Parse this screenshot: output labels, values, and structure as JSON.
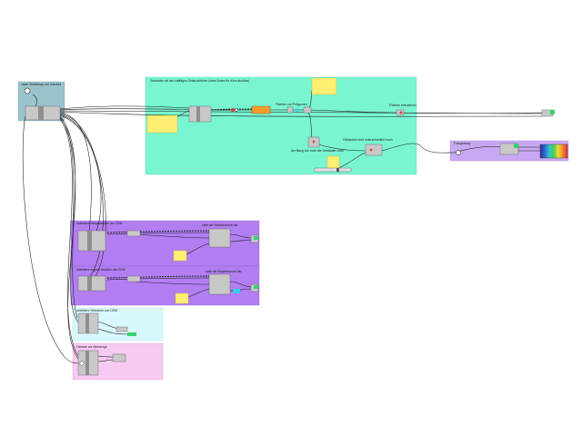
{
  "groups": {
    "osm_import": {
      "label": "Open Streetmap von Istanbul",
      "color": "#9ac4cc"
    },
    "buildings": {
      "label": "Gebäuden mit den zufälligen Gebäudehöhen (keine Daten für Höhe abrufbar)",
      "color": "#79f5d2"
    },
    "coloring": {
      "label": "Farbgebung",
      "color": "#c8a8f2"
    },
    "roads": {
      "label_main": "selektiere Hauptstraßen der OSM",
      "label_narrow": "selektiere engere Straßen der OSM",
      "color": "#b27ef2"
    },
    "waterways": {
      "label": "selektiere Sehnitren von OSM",
      "color": "#d8f8fd"
    },
    "sea": {
      "label": "Ozeane zur Meerenge",
      "color": "#f6caf2"
    }
  },
  "notes": {
    "flatten_polygons": "Flächen zur Polygonen",
    "extrude_faces": "Flächen extrudieren",
    "random_heights": "Gebäuden sind unterschiedlich hoch",
    "roof_height": "der Bang wie hoch die Gebäuden sind",
    "main_roads_curves": "stellt die Straßenkurve dar",
    "narrow_roads_curves": "stellt die Straßenkurve dar"
  },
  "colors": {
    "wire": "#1a1a1a",
    "panel": "#ffef73",
    "param_orange": "#f39c2c",
    "param_green": "#36d36c",
    "param_cyan": "#3ec9e8"
  }
}
